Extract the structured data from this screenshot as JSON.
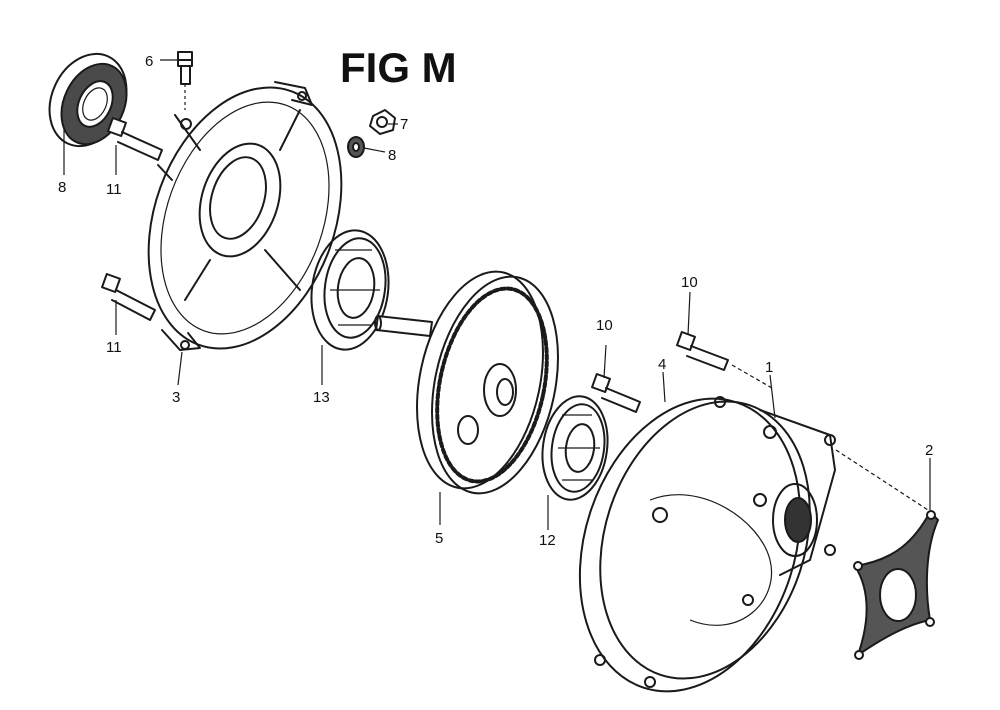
{
  "figure": {
    "title": "FIG M"
  },
  "callouts": {
    "c1": "1",
    "c2": "2",
    "c3": "3",
    "c4": "4",
    "c5": "5",
    "c6": "6",
    "c7": "7",
    "c8_seal": "8",
    "c8_washer": "8",
    "c10_left": "10",
    "c10_right": "10",
    "c11_top": "11",
    "c11_bottom": "11",
    "c12": "12",
    "c13": "13"
  },
  "colors": {
    "line": "#1a1a1a",
    "background": "#ffffff"
  }
}
